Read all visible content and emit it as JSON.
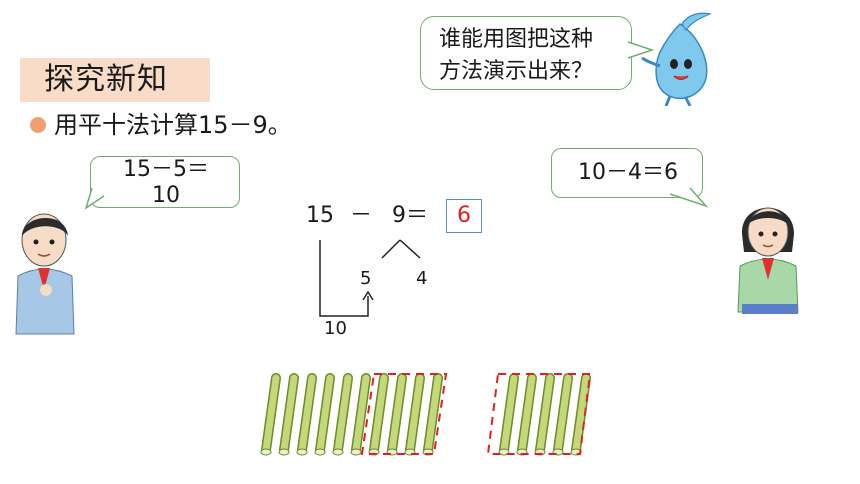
{
  "section": {
    "title": "探究新知"
  },
  "instruction": {
    "text": "用平十法计算15－9。"
  },
  "bubbles": {
    "left_line1": "15－5＝",
    "left_line2": "10",
    "right": "10－4＝6",
    "top_line1": "谁能用图把这种",
    "top_line2": "方法演示出来？"
  },
  "equation": {
    "a": "15",
    "minus": "－",
    "b": "9＝",
    "answer": "6",
    "split_left": "5",
    "split_right": "4",
    "ten": "10"
  },
  "sticks": {
    "group1_count": 10,
    "group2_count": 5,
    "dashed_group1_count": 4,
    "dashed_group2_count": 5,
    "stick_color": "#b5cc6a",
    "dash_color": "#e02020"
  },
  "colors": {
    "title_bg": "#f8dcc8",
    "bullet": "#f0a070",
    "bubble_border": "#6fae6f",
    "answer_color": "#e02020",
    "box_border": "#5b8fb3"
  }
}
